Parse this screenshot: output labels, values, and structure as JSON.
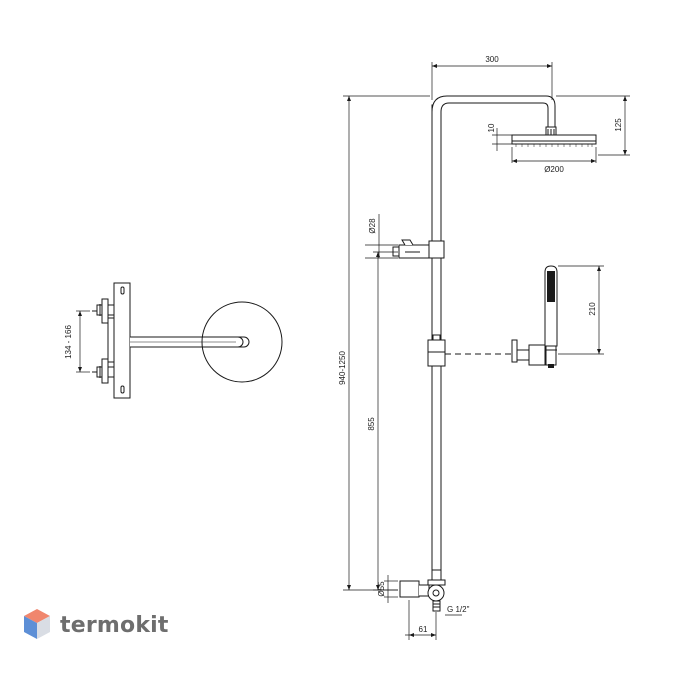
{
  "dimensions": {
    "head_width": "300",
    "arm_height": "125",
    "head_thickness": "10",
    "head_diameter": "Ø200",
    "total_height": "940-1250",
    "handshower_holder_diameter": "Ø28",
    "handshower_length": "210",
    "mixer_height": "855",
    "mixer_diameter": "Ø55",
    "thread": "G 1/2\"",
    "projection": "61",
    "wall_spacing": "134 - 166"
  },
  "logo": {
    "text": "termokit",
    "colors": {
      "top": "#f0866d",
      "left": "#5d8fd6",
      "right": "#d9dde4"
    }
  },
  "colors": {
    "line": "#1a1a1a",
    "text": "#222222"
  }
}
